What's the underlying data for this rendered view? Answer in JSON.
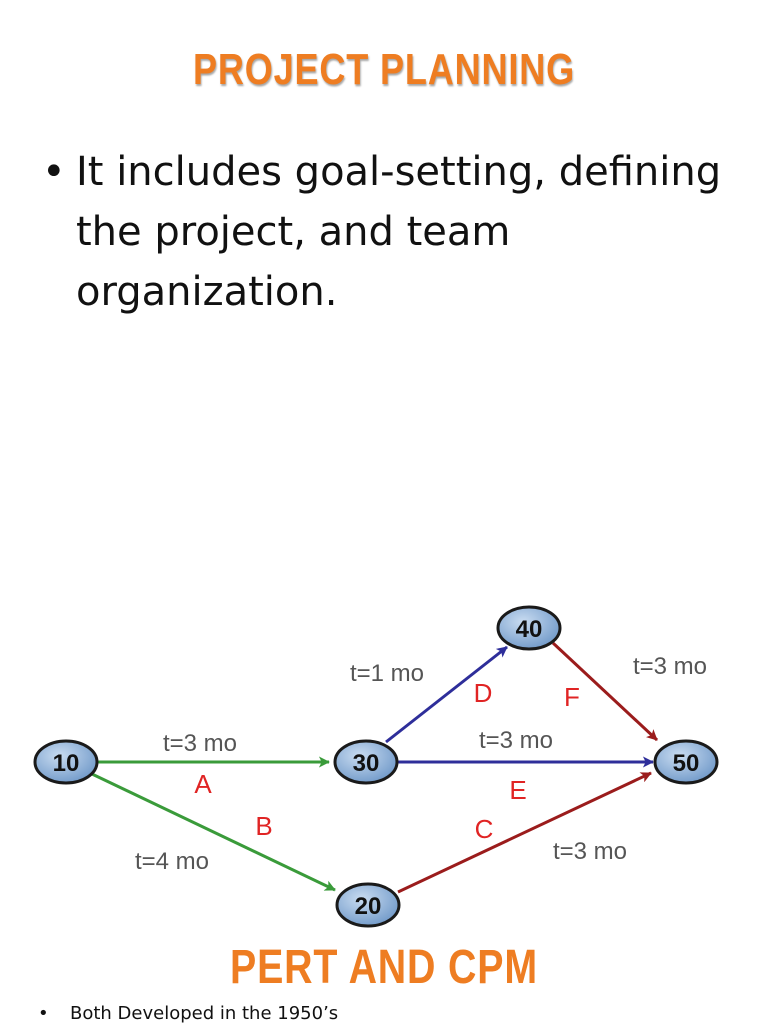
{
  "slide": {
    "title": "PROJECT PLANNING",
    "bullet": "It includes goal-setting, defining the project, and team organization.",
    "bullet_marker": "•",
    "subtitle": "PERT AND CPM",
    "footnote": "Both Developed in the 1950’s",
    "footnote_marker": "•"
  },
  "diagram": {
    "nodes": [
      {
        "id": "10",
        "label": "10"
      },
      {
        "id": "20",
        "label": "20"
      },
      {
        "id": "30",
        "label": "30"
      },
      {
        "id": "40",
        "label": "40"
      },
      {
        "id": "50",
        "label": "50"
      }
    ],
    "edges": [
      {
        "from": "10",
        "to": "30",
        "activity": "A",
        "duration": "t=3 mo",
        "color": "#3a9b3a"
      },
      {
        "from": "10",
        "to": "20",
        "activity": "B",
        "duration": "t=4 mo",
        "color": "#3a9b3a"
      },
      {
        "from": "20",
        "to": "50",
        "activity": "C",
        "duration": "t=3 mo",
        "color": "#9b1c1c"
      },
      {
        "from": "30",
        "to": "40",
        "activity": "D",
        "duration": "t=1 mo",
        "color": "#2e2e9a"
      },
      {
        "from": "30",
        "to": "50",
        "activity": "E",
        "duration": "t=3 mo",
        "color": "#2e2e9a"
      },
      {
        "from": "40",
        "to": "50",
        "activity": "F",
        "duration": "t=3 mo",
        "color": "#9b1c1c"
      }
    ],
    "colors": {
      "node_fill": "#8fb3dc",
      "node_stroke": "#1a1a1a",
      "activity_label": "#e02424",
      "duration_label": "#555555"
    }
  }
}
